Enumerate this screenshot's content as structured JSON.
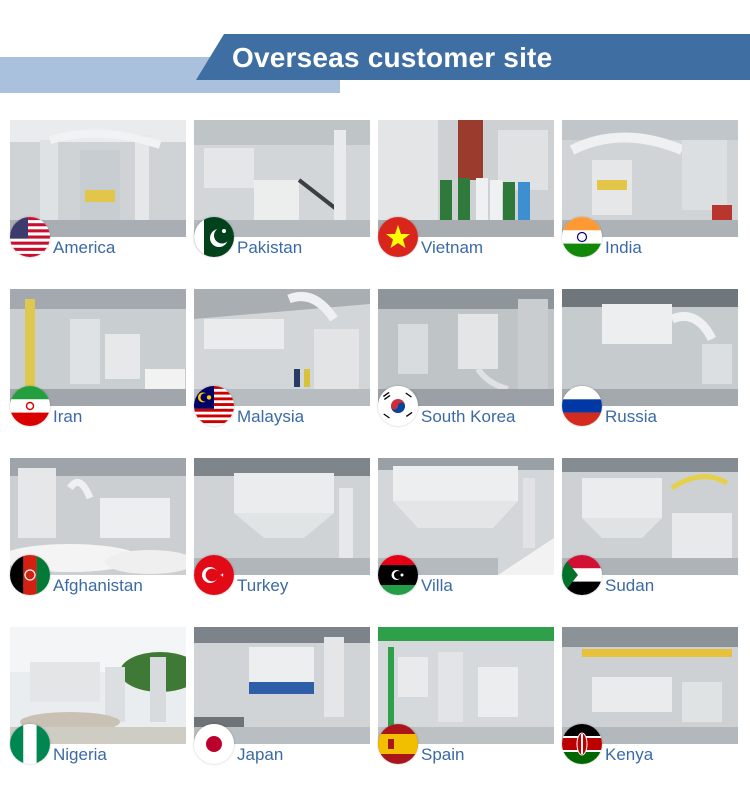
{
  "header": {
    "title": "Overseas customer site"
  },
  "sites": [
    {
      "country": "America",
      "flag_icon": "usa-flag-icon"
    },
    {
      "country": "Pakistan",
      "flag_icon": "pakistan-flag-icon"
    },
    {
      "country": "Vietnam",
      "flag_icon": "vietnam-flag-icon"
    },
    {
      "country": "India",
      "flag_icon": "india-flag-icon"
    },
    {
      "country": "Iran",
      "flag_icon": "iran-flag-icon"
    },
    {
      "country": "Malaysia",
      "flag_icon": "malaysia-flag-icon"
    },
    {
      "country": "South Korea",
      "flag_icon": "south-korea-flag-icon"
    },
    {
      "country": "Russia",
      "flag_icon": "russia-flag-icon"
    },
    {
      "country": "Afghanistan",
      "flag_icon": "afghanistan-flag-icon"
    },
    {
      "country": "Turkey",
      "flag_icon": "turkey-flag-icon"
    },
    {
      "country": "Villa",
      "flag_icon": "libya-flag-icon"
    },
    {
      "country": "Sudan",
      "flag_icon": "sudan-flag-icon"
    },
    {
      "country": "Nigeria",
      "flag_icon": "nigeria-flag-icon"
    },
    {
      "country": "Japan",
      "flag_icon": "japan-flag-icon"
    },
    {
      "country": "Spain",
      "flag_icon": "spain-flag-icon"
    },
    {
      "country": "Kenya",
      "flag_icon": "kenya-flag-icon"
    }
  ],
  "colors": {
    "title_band": "#3f6ea3",
    "title_band_light": "#a9c1dc",
    "label": "#3b6aa5"
  }
}
